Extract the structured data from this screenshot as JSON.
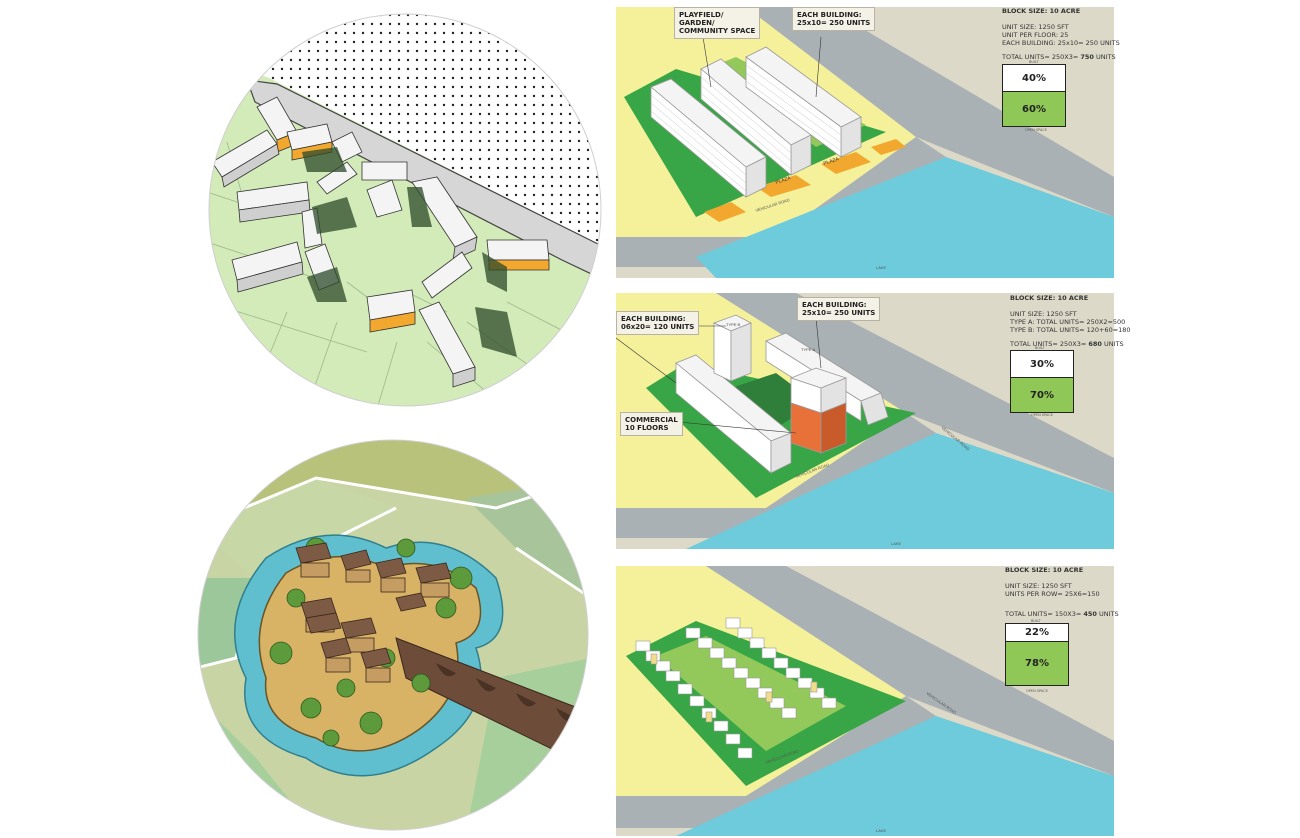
{
  "panels": [
    {
      "id": "scheme-1",
      "block_size": "BLOCK SIZE: 10 ACRE",
      "lines": [
        "UNIT SIZE: 1250 SFT",
        "UNIT PER FLOOR: 25",
        "EACH BUILDING: 25x10= 250 UNITS"
      ],
      "total_prefix": "TOTAL UNITS= 250X3= ",
      "total_value": "750",
      "total_suffix": " UNITS",
      "built_pct": "40%",
      "open_pct": "60%",
      "built_fraction": 0.4,
      "callouts": [
        "PLAYFIELD/\nGARDEN/\nCOMMUNITY SPACE",
        "EACH BUILDING:\n25x10= 250 UNITS"
      ],
      "plaza_labels": [
        "PLAZA",
        "PLAZA"
      ],
      "road_label": "VEHICULAR ROAD",
      "lake_label": "LAKE"
    },
    {
      "id": "scheme-2",
      "block_size": "BLOCK SIZE: 10 ACRE",
      "lines": [
        "UNIT SIZE: 1250 SFT",
        "TYPE A: TOTAL UNITS= 250X2=500",
        "TYPE B: TOTAL UNITS= 120+60=180"
      ],
      "total_prefix": "TOTAL UNITS= 250X3= ",
      "total_value": "680",
      "total_suffix": " UNITS",
      "built_pct": "30%",
      "open_pct": "70%",
      "built_fraction": 0.3,
      "callouts": [
        "EACH BUILDING:\n06x20= 120 UNITS",
        "EACH BUILDING:\n25x10= 250 UNITS",
        "COMMERCIAL\n10 FLOORS"
      ],
      "type_labels": [
        "TYPE B",
        "TYPE A"
      ],
      "road_label": "VEHICULAR ROAD",
      "lake_label": "LAKE"
    },
    {
      "id": "scheme-3",
      "block_size": "BLOCK SIZE: 10 ACRE",
      "lines": [
        "UNIT SIZE: 1250 SFT",
        "UNITS PER ROW= 25X6=150"
      ],
      "total_prefix": "TOTAL UNITS= 150X3= ",
      "total_value": "450",
      "total_suffix": " UNITS",
      "built_pct": "22%",
      "open_pct": "78%",
      "built_fraction": 0.22,
      "road_label": "VEHICULAR ROAD",
      "lake_label": "LAKE"
    }
  ],
  "ratio_small_labels": {
    "built": "BUILT",
    "open": "OPEN SPACE"
  },
  "colors": {
    "lake": "#6dcbdb",
    "road": "#a9b1b5",
    "bg_beige": "#ddd9c8",
    "yellow_land": "#f5f19a",
    "dark_green": "#38a646",
    "light_green": "#93c95a",
    "plaza": "#f2a72e",
    "commercial": "#e8713a",
    "circle_green": "#d3ebb8",
    "water_ring": "#5fbfcf",
    "island": "#d8b366"
  },
  "icons": [
    "cluster-masterplan-illustration",
    "island-village-illustration"
  ]
}
